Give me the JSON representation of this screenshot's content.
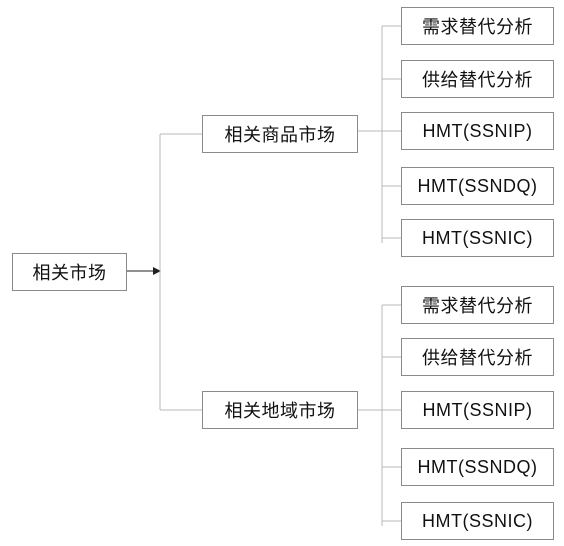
{
  "root": {
    "label": "相关市场"
  },
  "branches": [
    {
      "label": "相关商品市场",
      "children": [
        {
          "label": "需求替代分析"
        },
        {
          "label": "供给替代分析"
        },
        {
          "label": "HMT(SSNIP)"
        },
        {
          "label": "HMT(SSNDQ)"
        },
        {
          "label": "HMT(SSNIC)"
        }
      ]
    },
    {
      "label": "相关地域市场",
      "children": [
        {
          "label": "需求替代分析"
        },
        {
          "label": "供给替代分析"
        },
        {
          "label": "HMT(SSNIP)"
        },
        {
          "label": "HMT(SSNDQ)"
        },
        {
          "label": "HMT(SSNIC)"
        }
      ]
    }
  ]
}
